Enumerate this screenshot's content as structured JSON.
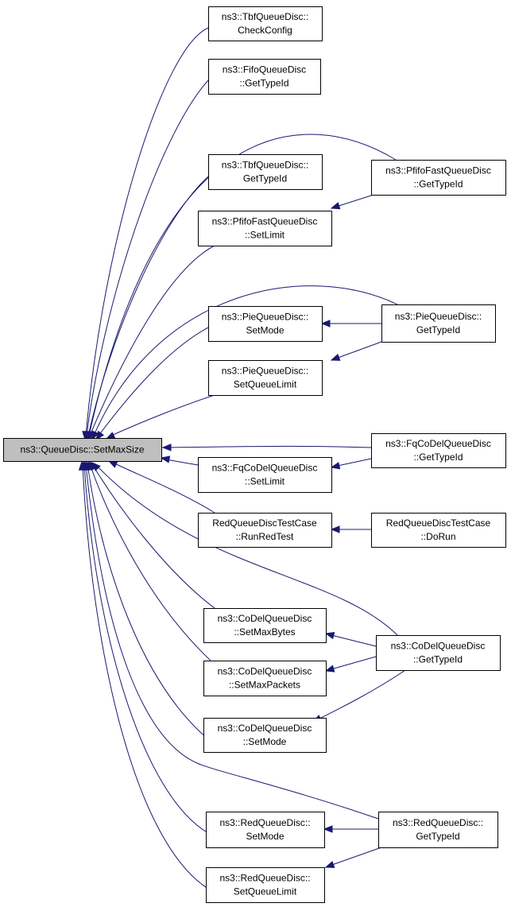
{
  "graph": {
    "root": "ns3::QueueDisc::SetMaxSize",
    "nodes": {
      "root": [
        "ns3::QueueDisc::SetMaxSize"
      ],
      "tbf_check": [
        "ns3::TbfQueueDisc::",
        "CheckConfig"
      ],
      "fifo_type": [
        "ns3::FifoQueueDisc",
        "::GetTypeId"
      ],
      "tbf_type": [
        "ns3::TbfQueueDisc::",
        "GetTypeId"
      ],
      "pfifo_limit": [
        "ns3::PfifoFastQueueDisc",
        "::SetLimit"
      ],
      "pie_mode": [
        "ns3::PieQueueDisc::",
        "SetMode"
      ],
      "pie_qlimit": [
        "ns3::PieQueueDisc::",
        "SetQueueLimit"
      ],
      "fq_limit": [
        "ns3::FqCoDelQueueDisc",
        "::SetLimit"
      ],
      "red_test_run": [
        "RedQueueDiscTestCase",
        "::RunRedTest"
      ],
      "codel_bytes": [
        "ns3::CoDelQueueDisc",
        "::SetMaxBytes"
      ],
      "codel_packets": [
        "ns3::CoDelQueueDisc",
        "::SetMaxPackets"
      ],
      "codel_mode": [
        "ns3::CoDelQueueDisc",
        "::SetMode"
      ],
      "red_mode": [
        "ns3::RedQueueDisc::",
        "SetMode"
      ],
      "red_qlimit": [
        "ns3::RedQueueDisc::",
        "SetQueueLimit"
      ],
      "pfifo_type": [
        "ns3::PfifoFastQueueDisc",
        "::GetTypeId"
      ],
      "pie_type": [
        "ns3::PieQueueDisc::",
        "GetTypeId"
      ],
      "fq_type": [
        "ns3::FqCoDelQueueDisc",
        "::GetTypeId"
      ],
      "red_test_dorun": [
        "RedQueueDiscTestCase",
        "::DoRun"
      ],
      "codel_type": [
        "ns3::CoDelQueueDisc",
        "::GetTypeId"
      ],
      "red_type": [
        "ns3::RedQueueDisc::",
        "GetTypeId"
      ]
    },
    "edges": [
      [
        "tbf_check",
        "root"
      ],
      [
        "fifo_type",
        "root"
      ],
      [
        "pfifo_type",
        "root"
      ],
      [
        "tbf_type",
        "root"
      ],
      [
        "pfifo_limit",
        "root"
      ],
      [
        "pie_type",
        "root"
      ],
      [
        "pie_mode",
        "root"
      ],
      [
        "pie_qlimit",
        "root"
      ],
      [
        "fq_type",
        "root"
      ],
      [
        "fq_limit",
        "root"
      ],
      [
        "red_test_run",
        "root"
      ],
      [
        "codel_type",
        "root"
      ],
      [
        "codel_bytes",
        "root"
      ],
      [
        "codel_packets",
        "root"
      ],
      [
        "codel_mode",
        "root"
      ],
      [
        "red_type",
        "root"
      ],
      [
        "red_mode",
        "root"
      ],
      [
        "red_qlimit",
        "root"
      ],
      [
        "pfifo_type",
        "pfifo_limit"
      ],
      [
        "pie_type",
        "pie_mode"
      ],
      [
        "pie_type",
        "pie_qlimit"
      ],
      [
        "fq_type",
        "fq_limit"
      ],
      [
        "red_test_dorun",
        "red_test_run"
      ],
      [
        "codel_type",
        "codel_bytes"
      ],
      [
        "codel_type",
        "codel_packets"
      ],
      [
        "codel_type",
        "codel_mode"
      ],
      [
        "red_type",
        "red_mode"
      ],
      [
        "red_type",
        "red_qlimit"
      ]
    ]
  }
}
